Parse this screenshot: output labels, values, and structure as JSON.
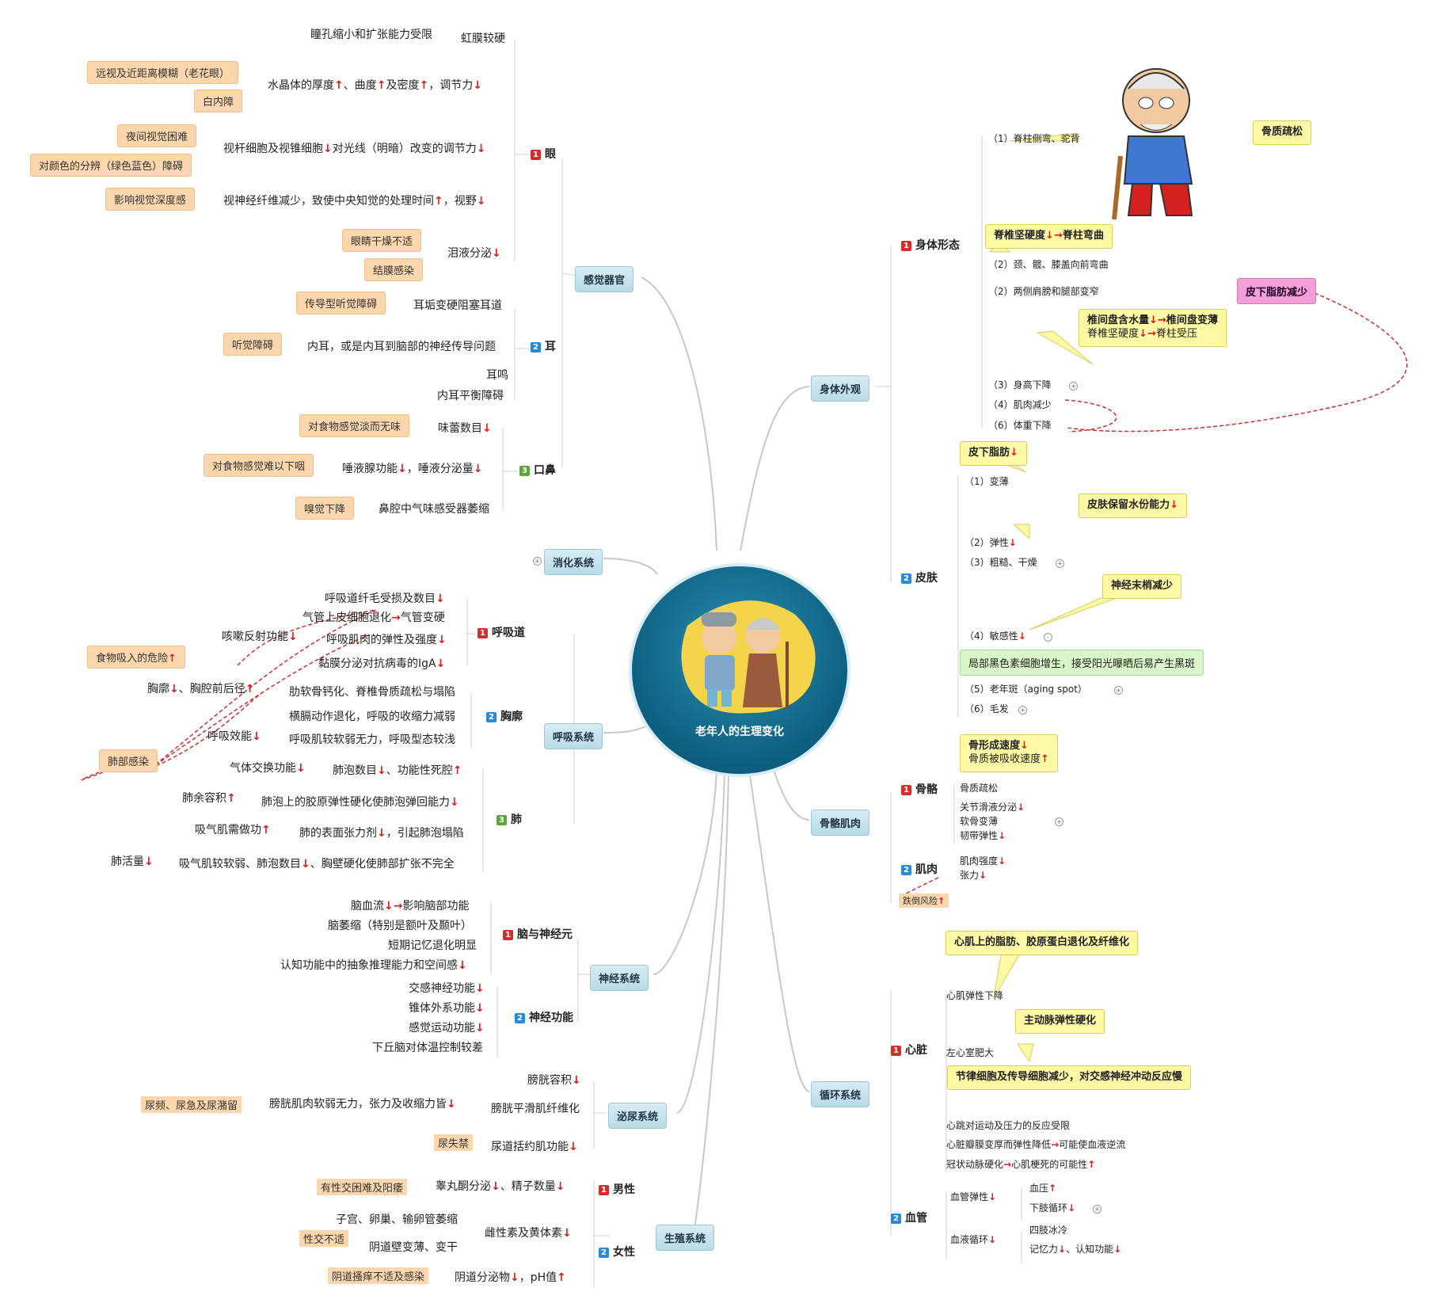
{
  "center": {
    "title": "老年人的生理变化"
  },
  "branches": {
    "sensory": "感觉器官",
    "digestive": "消化系统",
    "respiratory": "呼吸系统",
    "nervous": "神经系统",
    "urinary": "泌尿系统",
    "reproductive": "生殖系统",
    "appearance": "身体外观",
    "skeletal": "骨骼肌肉",
    "circulatory": "循环系统"
  },
  "sensory": {
    "eye": {
      "label": "眼",
      "items": [
        "瞳孔缩小和扩张能力受限",
        "虹膜较硬",
        "水晶体的厚度↑、曲度↑及密度↑，调节力↓",
        "视杆细胞及视锥细胞↓对光线（明暗）改变的调节力↓",
        "视神经纤维减少，致使中央知觉的处理时间↑，视野↓",
        "泪液分泌↓"
      ],
      "effects": [
        "远视及近距离模糊（老花眼）",
        "白内障",
        "夜间视觉困难",
        "对颜色的分辨（绿色蓝色）障碍",
        "影响视觉深度感",
        "眼睛干燥不适",
        "结膜感染"
      ]
    },
    "ear": {
      "label": "耳",
      "items": [
        "耳垢变硬阻塞耳道",
        "内耳，或是内耳到脑部的神经传导问题",
        "耳鸣",
        "内耳平衡障碍"
      ],
      "effects": [
        "传导型听觉障碍",
        "听觉障碍"
      ]
    },
    "mouth": {
      "label": "口鼻",
      "items": [
        "味蕾数目↓",
        "唾液腺功能↓，唾液分泌量↓",
        "鼻腔中气味感受器萎缩"
      ],
      "effects": [
        "对食物感觉淡而无味",
        "对食物感觉难以下咽",
        "嗅觉下降"
      ]
    }
  },
  "respiratory": {
    "airway": {
      "label": "呼吸道",
      "items": [
        "呼吸道纤毛受损及数目↓",
        "气管上皮细胞退化→气管变硬",
        "呼吸肌肉的弹性及强度↓",
        "黏膜分泌对抗病毒的IgA↓"
      ]
    },
    "chest": {
      "label": "胸廓",
      "items": [
        "肋软骨钙化、脊椎骨质疏松与塌陷",
        "横膈动作退化，呼吸的收缩力减弱",
        "呼吸肌较软弱无力，呼吸型态较浅"
      ]
    },
    "lung": {
      "label": "肺",
      "items": [
        "肺泡数目↓、功能性死腔↑",
        "肺泡上的胶原弹性硬化使肺泡弹回能力↓",
        "肺的表面张力剂↓，引起肺泡塌陷",
        "吸气肌较软弱、肺泡数目↓、胸壁硬化使肺部扩张不完全"
      ]
    },
    "effects": [
      "咳嗽反射功能↓",
      "胸廓↓、胸腔前后径↑",
      "呼吸效能↓",
      "气体交换功能↓",
      "肺余容积↑",
      "吸气肌需做功↑",
      "肺活量↓"
    ],
    "risk1": "食物吸入的危险↑",
    "risk2": "肺部感染"
  },
  "nervous": {
    "brain": {
      "label": "脑与神经元",
      "items": [
        "脑血流↓→影响脑部功能",
        "脑萎缩（特别是额叶及颞叶）",
        "短期记忆退化明显",
        "认知功能中的抽象推理能力和空间感↓"
      ]
    },
    "function": {
      "label": "神经功能",
      "items": [
        "交感神经功能↓",
        "锥体外系功能↓",
        "感觉运动功能↓",
        "下丘脑对体温控制较差"
      ]
    }
  },
  "urinary": {
    "items": [
      "膀胱容积↓",
      "膀胱平滑肌纤维化",
      "尿道括约肌功能↓"
    ],
    "sub": "膀胱肌肉软弱无力，张力及收缩力皆↓",
    "effects": [
      "尿频、尿急及尿潴留",
      "尿失禁"
    ]
  },
  "reproductive": {
    "male": {
      "label": "男性",
      "items": [
        "睾丸酮分泌↓、精子数量↓"
      ],
      "effect": "有性交困难及阳痿"
    },
    "female": {
      "label": "女性",
      "items": [
        "雌性素及黄体素↓",
        "子宫、卵巢、输卵管萎缩",
        "阴道壁变薄、变干",
        "阴道分泌物↓，pH值↑"
      ],
      "effects": [
        "性交不适",
        "阴道搔痒不适及感染"
      ]
    }
  },
  "appearance": {
    "body": {
      "label": "身体形态",
      "items": [
        "（1）脊柱侧弯、驼背",
        "（2）颈、髋、膝盖向前弯曲",
        "（2）两侧肩膀和腿部变窄",
        "（3）身高下降",
        "（4）肌肉减少",
        "（6）体重下降"
      ]
    },
    "notes": {
      "osteo": "骨质疏松",
      "spine": "脊椎坚硬度↓→脊柱弯曲",
      "fat": "皮下脂肪减少",
      "disc1": "椎间盘含水量↓→椎间盘变薄",
      "disc2": "脊椎坚硬度↓→脊柱受压"
    },
    "skin": {
      "label": "皮肤",
      "items": [
        "（1）变薄",
        "（2）弹性↓",
        "（3）粗糙、干燥",
        "（4）敏感性↓",
        "（5）老年斑（aging spot）",
        "（6）毛发"
      ]
    },
    "skin_notes": {
      "fat": "皮下脂肪↓",
      "water": "皮肤保留水份能力↓",
      "nerve": "神经末梢减少",
      "spot": "局部黑色素细胞增生，接受阳光曝晒后易产生黑斑"
    }
  },
  "skeletal": {
    "bone": {
      "label": "骨骼",
      "items": [
        "骨质疏松",
        "关节滑液分泌↓",
        "软骨变薄",
        "韧带弹性↓"
      ],
      "note1": "骨形成速度↓",
      "note2": "骨质被吸收速度↑"
    },
    "muscle": {
      "label": "肌肉",
      "items": [
        "肌肉强度↓",
        "张力↓"
      ]
    },
    "risk": "跌倒风险↑"
  },
  "circulatory": {
    "heart": {
      "label": "心脏",
      "items": [
        "心肌弹性下降",
        "左心室肥大",
        "心跳对运动及压力的反应受限",
        "心脏瓣膜变厚而弹性降低→可能使血液逆流",
        "冠状动脉硬化→心肌梗死的可能性↑"
      ],
      "notes": [
        "心肌上的脂肪、胶原蛋白退化及纤维化",
        "主动脉弹性硬化",
        "节律细胞及传导细胞减少，对交感神经冲动反应慢"
      ]
    },
    "vessel": {
      "label": "血管",
      "elastic": "血管弹性↓",
      "flow": "血液循环↓",
      "items": [
        "血压↑",
        "下肢循环↓",
        "四肢冰冷",
        "记忆力↓、认知功能↓"
      ]
    }
  }
}
